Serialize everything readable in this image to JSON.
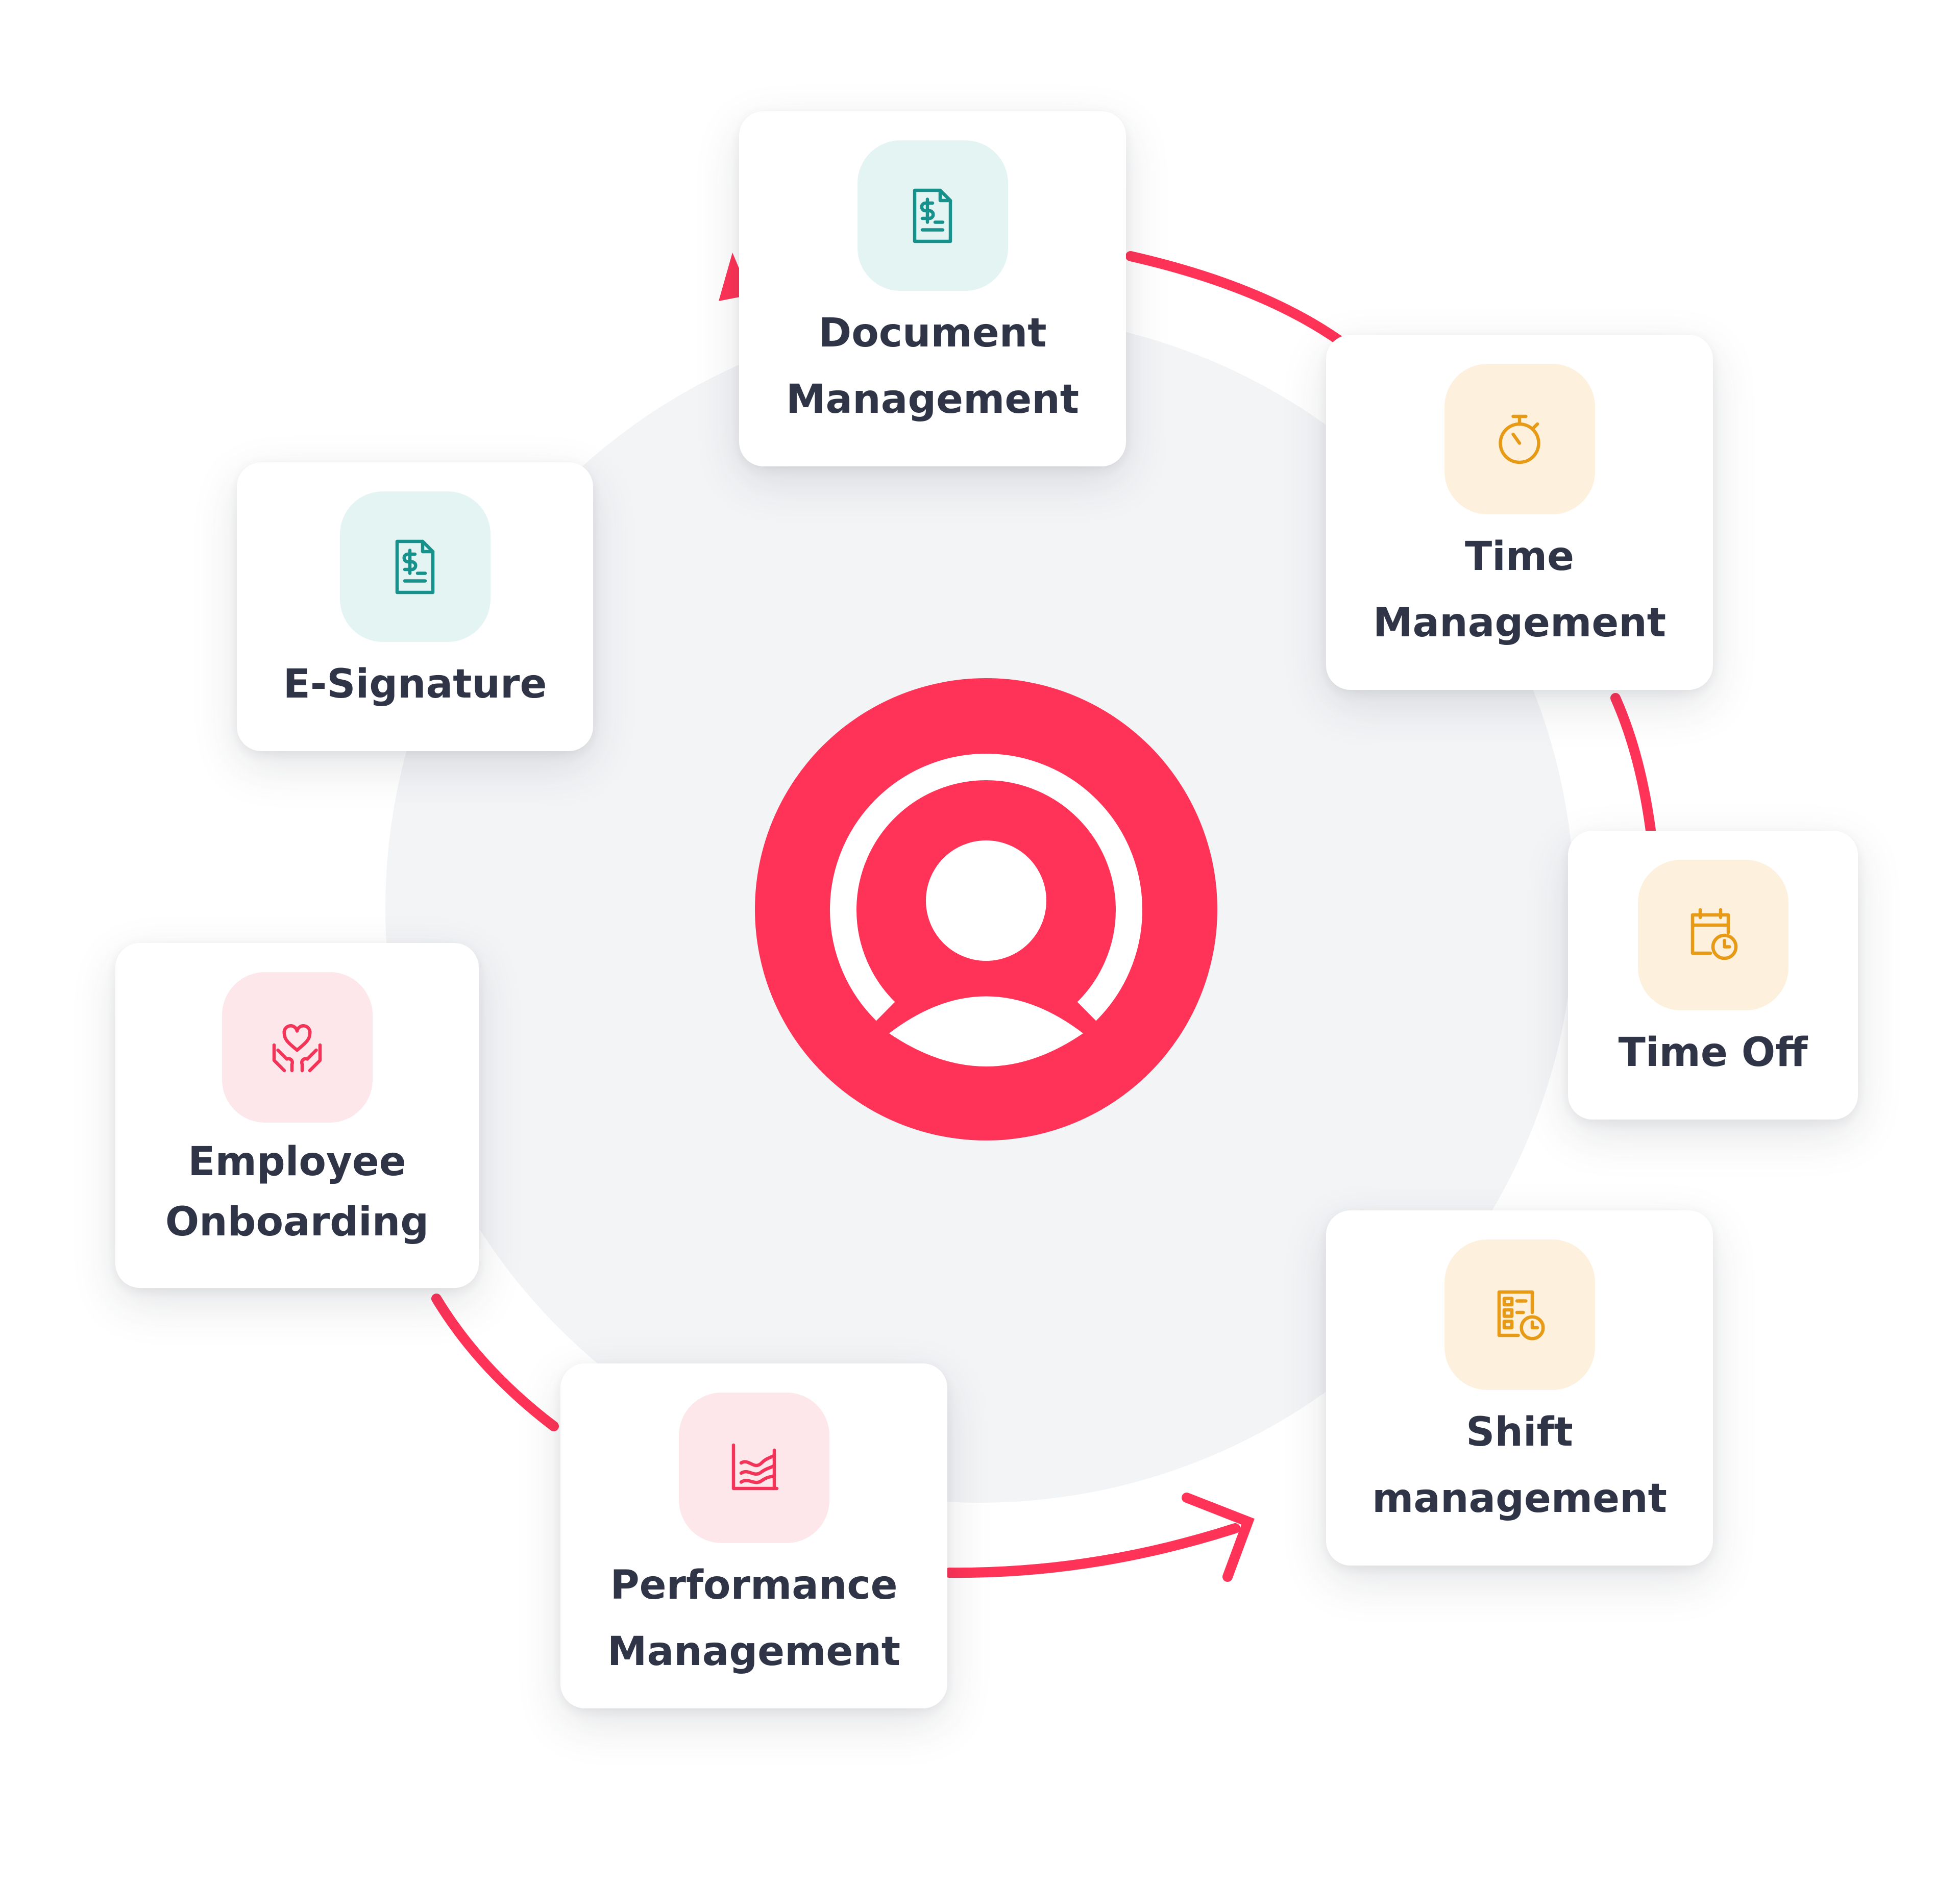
{
  "colors": {
    "accent": "#ff3358",
    "hub": "#ff3358",
    "backdrop": "#f3f4f6",
    "label_text": "#2f3447",
    "teal_icon": "#17918c",
    "teal_tile": "#e3f4f3",
    "amber_icon": "#e79a16",
    "amber_tile": "#fdf1dd",
    "pink_icon": "#f33458",
    "pink_tile": "#fde7ea"
  },
  "hub": {
    "icon": "user-circle-icon"
  },
  "modules": [
    {
      "id": "document-management",
      "lines": [
        "Document",
        "Management"
      ],
      "icon": "invoice-document-icon",
      "tone": "teal"
    },
    {
      "id": "time-management",
      "lines": [
        "Time",
        "Management"
      ],
      "icon": "stopwatch-icon",
      "tone": "amber"
    },
    {
      "id": "time-off",
      "lines": [
        "Time Off"
      ],
      "icon": "calendar-clock-icon",
      "tone": "amber"
    },
    {
      "id": "shift-management",
      "lines": [
        "Shift",
        "management"
      ],
      "icon": "shift-schedule-icon",
      "tone": "amber"
    },
    {
      "id": "performance-management",
      "lines": [
        "Performance",
        "Management"
      ],
      "icon": "performance-chart-icon",
      "tone": "pink"
    },
    {
      "id": "employee-onboarding",
      "lines": [
        "Employee",
        "Onboarding"
      ],
      "icon": "heart-hands-icon",
      "tone": "pink"
    },
    {
      "id": "e-signature",
      "lines": [
        "E-Signature"
      ],
      "icon": "signature-document-icon",
      "tone": "teal"
    }
  ]
}
